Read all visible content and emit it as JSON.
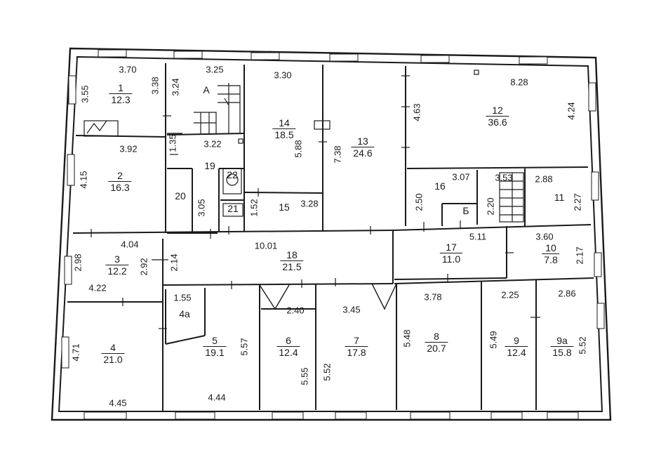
{
  "rooms": [
    {
      "id": "1",
      "num": "1",
      "area": "12.3"
    },
    {
      "id": "2",
      "num": "2",
      "area": "16.3"
    },
    {
      "id": "3",
      "num": "3",
      "area": "12.2"
    },
    {
      "id": "4",
      "num": "4",
      "area": "21.0"
    },
    {
      "id": "4a",
      "num": "4a",
      "area": ""
    },
    {
      "id": "5",
      "num": "5",
      "area": "19.1"
    },
    {
      "id": "6",
      "num": "6",
      "area": "12.4"
    },
    {
      "id": "7",
      "num": "7",
      "area": "17.8"
    },
    {
      "id": "8",
      "num": "8",
      "area": "20.7"
    },
    {
      "id": "9",
      "num": "9",
      "area": "12.4"
    },
    {
      "id": "9a",
      "num": "9a",
      "area": "15.8"
    },
    {
      "id": "10",
      "num": "10",
      "area": "7.8"
    },
    {
      "id": "11",
      "num": "11",
      "area": ""
    },
    {
      "id": "12",
      "num": "12",
      "area": "36.6"
    },
    {
      "id": "13",
      "num": "13",
      "area": "24.6"
    },
    {
      "id": "14",
      "num": "14",
      "area": "18.5"
    },
    {
      "id": "15",
      "num": "15",
      "area": ""
    },
    {
      "id": "16",
      "num": "16",
      "area": ""
    },
    {
      "id": "17",
      "num": "17",
      "area": "11.0"
    },
    {
      "id": "18",
      "num": "18",
      "area": "21.5"
    },
    {
      "id": "19",
      "num": "19",
      "area": ""
    },
    {
      "id": "20",
      "num": "20",
      "area": ""
    },
    {
      "id": "21",
      "num": "21",
      "area": ""
    },
    {
      "id": "22",
      "num": "22",
      "area": ""
    }
  ],
  "stair_labels": {
    "a": "А",
    "b": "Б"
  },
  "dimensions": [
    "3.70",
    "3.55",
    "3.38",
    "3.25",
    "3.24",
    "3.30",
    "5.88",
    "7.38",
    "8.28",
    "4.63",
    "4.24",
    "3.92",
    "1.35",
    "3.22",
    "4.15",
    "3.05",
    "1.52",
    "3.28",
    "2.50",
    "3.07",
    "3.53",
    "2.20",
    "2.88",
    "2.27",
    "10.01",
    "5.11",
    "3.60",
    "2.17",
    "4.04",
    "2.98",
    "2.92",
    "2.14",
    "4.22",
    "1.55",
    "2.40",
    "3.45",
    "3.78",
    "2.25",
    "2.86",
    "4.71",
    "5.57",
    "5.55",
    "5.52",
    "5.48",
    "5.49",
    "5.52",
    "4.45",
    "4.44"
  ]
}
